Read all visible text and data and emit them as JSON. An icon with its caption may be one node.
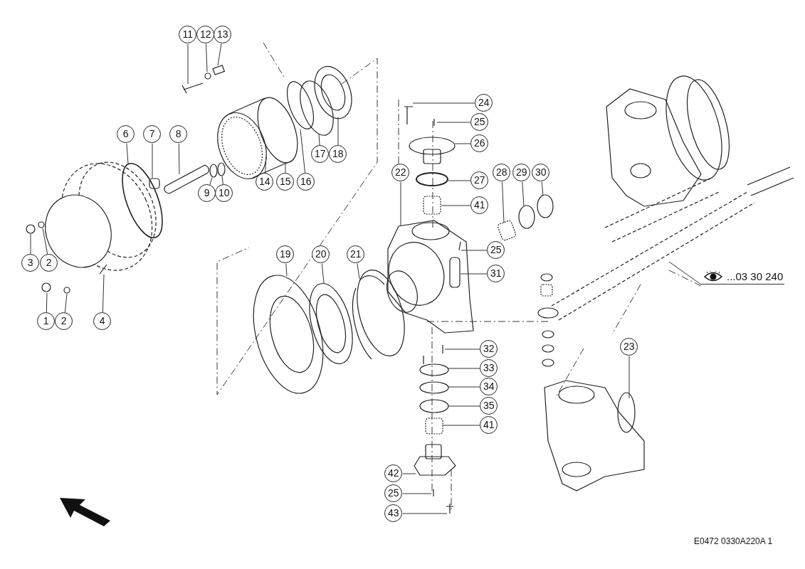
{
  "diagram": {
    "nodes": [
      {
        "text": [
          "11"
        ]
      },
      {
        "text": [
          "12"
        ]
      },
      {
        "text": [
          "13"
        ]
      },
      {
        "text": [
          "6"
        ]
      },
      {
        "text": [
          "7"
        ]
      },
      {
        "text": [
          "8"
        ]
      },
      {
        "text": [
          "17"
        ]
      },
      {
        "text": [
          "18"
        ]
      },
      {
        "text": [
          "14"
        ]
      },
      {
        "text": [
          "15"
        ]
      },
      {
        "text": [
          "16"
        ]
      },
      {
        "text": [
          "9"
        ]
      },
      {
        "text": [
          "10"
        ]
      },
      {
        "text": [
          "3"
        ]
      },
      {
        "text": [
          "2"
        ]
      },
      {
        "text": [
          "1"
        ]
      },
      {
        "text": [
          "2"
        ]
      },
      {
        "text": [
          "4"
        ]
      },
      {
        "text": [
          "24"
        ]
      },
      {
        "text": [
          "25"
        ]
      },
      {
        "text": [
          "26"
        ]
      },
      {
        "text": [
          "27"
        ]
      },
      {
        "text": [
          "41"
        ]
      },
      {
        "text": [
          "22"
        ]
      },
      {
        "text": [
          "28"
        ]
      },
      {
        "text": [
          "29"
        ]
      },
      {
        "text": [
          "30"
        ]
      },
      {
        "text": [
          "25"
        ]
      },
      {
        "text": [
          "31"
        ]
      },
      {
        "text": [
          "19"
        ]
      },
      {
        "text": [
          "20"
        ]
      },
      {
        "text": [
          "21"
        ]
      },
      {
        "text": [
          "...03 30 240"
        ]
      },
      {
        "text": [
          "32"
        ]
      },
      {
        "text": [
          "33"
        ]
      },
      {
        "text": [
          "34"
        ]
      },
      {
        "text": [
          "35"
        ]
      },
      {
        "text": [
          "41"
        ]
      },
      {
        "text": [
          "42"
        ]
      },
      {
        "text": [
          "25"
        ]
      },
      {
        "text": [
          "43"
        ]
      },
      {
        "text": [
          "23"
        ]
      }
    ],
    "edges": [
      {
        "from": 0,
        "to": null,
        "arrow": "none"
      },
      {
        "from": 1,
        "to": null,
        "arrow": "none"
      },
      {
        "from": 2,
        "to": null,
        "arrow": "none"
      },
      {
        "from": 3,
        "to": null,
        "arrow": "none"
      },
      {
        "from": 4,
        "to": null,
        "arrow": "none"
      },
      {
        "from": 5,
        "to": null,
        "arrow": "none"
      },
      {
        "from": 6,
        "to": null,
        "arrow": "none"
      },
      {
        "from": 7,
        "to": null,
        "arrow": "none"
      },
      {
        "from": 8,
        "to": null,
        "arrow": "none"
      },
      {
        "from": 9,
        "to": null,
        "arrow": "none"
      },
      {
        "from": 10,
        "to": null,
        "arrow": "none"
      },
      {
        "from": 11,
        "to": null,
        "arrow": "none"
      },
      {
        "from": 12,
        "to": null,
        "arrow": "none"
      },
      {
        "from": 13,
        "to": null,
        "arrow": "none"
      },
      {
        "from": 14,
        "to": null,
        "arrow": "none"
      },
      {
        "from": 15,
        "to": null,
        "arrow": "none"
      },
      {
        "from": 16,
        "to": null,
        "arrow": "none"
      },
      {
        "from": 17,
        "to": null,
        "arrow": "none"
      },
      {
        "from": 18,
        "to": null,
        "arrow": "none"
      },
      {
        "from": 19,
        "to": null,
        "arrow": "none"
      },
      {
        "from": 20,
        "to": null,
        "arrow": "none"
      },
      {
        "from": 21,
        "to": null,
        "arrow": "none"
      },
      {
        "from": 22,
        "to": null,
        "arrow": "none"
      },
      {
        "from": 23,
        "to": null,
        "arrow": "none"
      },
      {
        "from": 24,
        "to": null,
        "arrow": "none"
      },
      {
        "from": 25,
        "to": null,
        "arrow": "none"
      },
      {
        "from": 26,
        "to": null,
        "arrow": "none"
      },
      {
        "from": 27,
        "to": null,
        "arrow": "none"
      },
      {
        "from": 28,
        "to": null,
        "arrow": "none"
      },
      {
        "from": 29,
        "to": null,
        "arrow": "none"
      },
      {
        "from": 30,
        "to": null,
        "arrow": "none"
      },
      {
        "from": 31,
        "to": null,
        "arrow": "none"
      },
      {
        "from": 32,
        "to": null,
        "arrow": "none"
      },
      {
        "from": 33,
        "to": null,
        "arrow": "none"
      },
      {
        "from": 34,
        "to": null,
        "arrow": "none"
      },
      {
        "from": 35,
        "to": null,
        "arrow": "none"
      },
      {
        "from": 36,
        "to": null,
        "arrow": "none"
      },
      {
        "from": 37,
        "to": null,
        "arrow": "none"
      },
      {
        "from": 38,
        "to": null,
        "arrow": "none"
      },
      {
        "from": 39,
        "to": null,
        "arrow": "none"
      },
      {
        "from": 40,
        "to": null,
        "arrow": "none"
      },
      {
        "from": 41,
        "to": null,
        "arrow": "none"
      }
    ],
    "labels": [
      "E0472 0330A220A 1"
    ]
  }
}
